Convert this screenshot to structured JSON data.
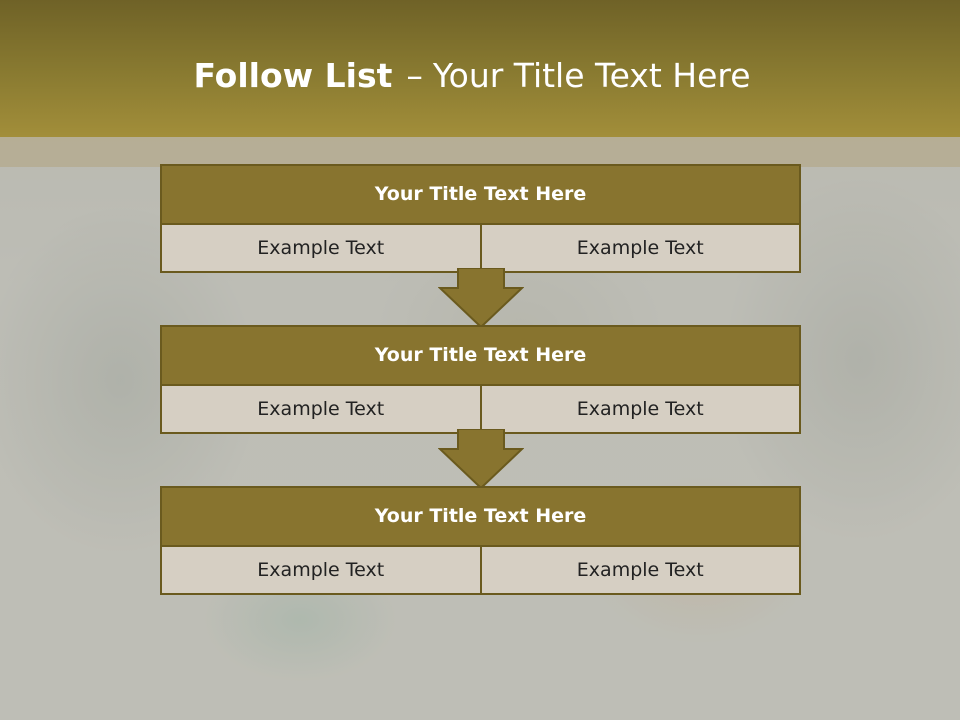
{
  "slide": {
    "title_bold": "Follow List",
    "title_dash": "–",
    "title_rest": "Your Title Text Here"
  },
  "cards": [
    {
      "title": "Your Title Text Here",
      "left": "Example Text",
      "right": "Example Text"
    },
    {
      "title": "Your Title Text Here",
      "left": "Example Text",
      "right": "Example Text"
    },
    {
      "title": "Your Title Text Here",
      "left": "Example Text",
      "right": "Example Text"
    }
  ],
  "colors": {
    "header": "#8a7b31",
    "card_title": "#88742f",
    "card_border": "#6a5a1e",
    "card_body": "#d6cfc3",
    "arrow_fill": "#88742f"
  }
}
